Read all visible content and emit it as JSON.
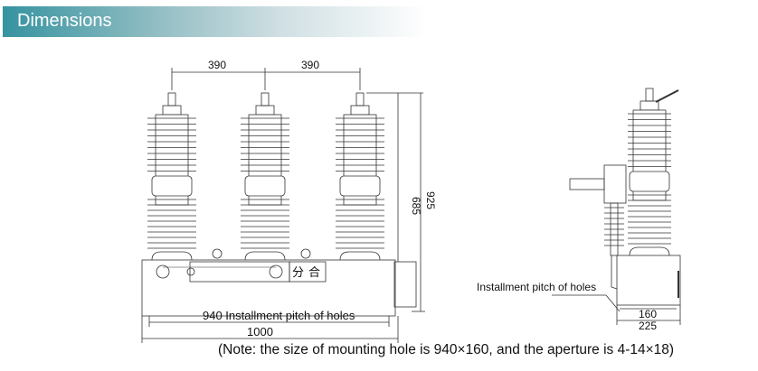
{
  "header": {
    "title": "Dimensions"
  },
  "front_view": {
    "pole_pitch_left": "390",
    "pole_pitch_right": "390",
    "height_to_base": "685",
    "total_height": "925",
    "hole_pitch_label": "940 Installment pitch of holes",
    "total_width": "1000",
    "panel_open": "分",
    "panel_close": "合"
  },
  "side_view": {
    "hole_pitch_label": "Installment pitch of holes",
    "hole_pitch": "160",
    "depth": "225"
  },
  "note": "(Note: the size of mounting hole is 940×160, and the aperture is 4-14×18)"
}
